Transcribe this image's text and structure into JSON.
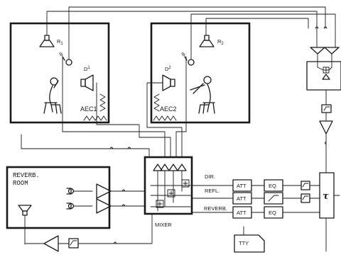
{
  "room1": {
    "speaker": "R1",
    "speaker_sub": "1",
    "mic": "D1",
    "mic_sub": "1",
    "aec": "AEC1",
    "mic_pattern": "8"
  },
  "room2": {
    "speaker": "R2",
    "speaker_sub": "2",
    "mic": "D2",
    "mic_sub": "2",
    "aec": "AEC2",
    "mic_pattern": "8"
  },
  "reverb_room": {
    "line1": "REVERB.",
    "line2": "ROOM"
  },
  "mixer": {
    "label": "MIXER"
  },
  "signal_paths": [
    {
      "label": "DIR.",
      "processor": "ATT",
      "eq": "EQ"
    },
    {
      "label": "REFL.",
      "processor": "ATT",
      "eq": ""
    },
    {
      "label": "REVERB.",
      "processor": "ATT",
      "eq": "EQ"
    }
  ],
  "delay": {
    "symbol": "τ"
  },
  "tty": {
    "label": "TTY"
  }
}
